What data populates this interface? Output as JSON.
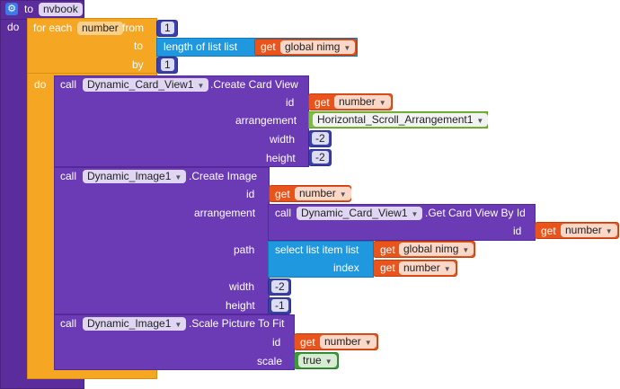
{
  "procedure": {
    "to_label": "to",
    "name": "nvbook",
    "do_label": "do"
  },
  "loop": {
    "for_each_label": "for each",
    "var_name": "number",
    "from_label": "from",
    "from_value": "1",
    "to_label": "to",
    "length_label": "length of list  list",
    "get_label": "get",
    "global_var": "global nimg",
    "by_label": "by",
    "by_value": "1",
    "do_label": "do"
  },
  "create_card": {
    "call_label": "call",
    "component": "Dynamic_Card_View1",
    "method": ".Create Card View",
    "id_label": "id",
    "get_label": "get",
    "id_var": "number",
    "arrangement_label": "arrangement",
    "arrangement_value": "Horizontal_Scroll_Arrangement1",
    "width_label": "width",
    "width_value": "-2",
    "height_label": "height",
    "height_value": "-2"
  },
  "create_image": {
    "call_label": "call",
    "component": "Dynamic_Image1",
    "method": ".Create Image",
    "id_label": "id",
    "get_label": "get",
    "id_var": "number",
    "arrangement_label": "arrangement",
    "inner_call_label": "call",
    "inner_component": "Dynamic_Card_View1",
    "inner_method": ".Get Card View By Id",
    "inner_id_label": "id",
    "inner_get_label": "get",
    "inner_id_var": "number",
    "path_label": "path",
    "select_label": "select list item  list",
    "select_get_label": "get",
    "select_list_var": "global nimg",
    "index_label": "index",
    "index_get_label": "get",
    "index_var": "number",
    "width_label": "width",
    "width_value": "-2",
    "height_label": "height",
    "height_value": "-1"
  },
  "scale_picture": {
    "call_label": "call",
    "component": "Dynamic_Image1",
    "method": ".Scale Picture To Fit",
    "id_label": "id",
    "get_label": "get",
    "id_var": "number",
    "scale_label": "scale",
    "scale_value": "true"
  },
  "icons": {
    "gear": "gear-icon",
    "dropdown": "chevron-down-icon"
  },
  "colors": {
    "procedure": "#5b2d9c",
    "loop": "#f5a623",
    "call": "#6a3bb5",
    "get": "#e8541c",
    "number": "#3b3fa8",
    "list": "#2098e0",
    "component": "#7bbf3a",
    "logic": "#3c9a3a"
  }
}
